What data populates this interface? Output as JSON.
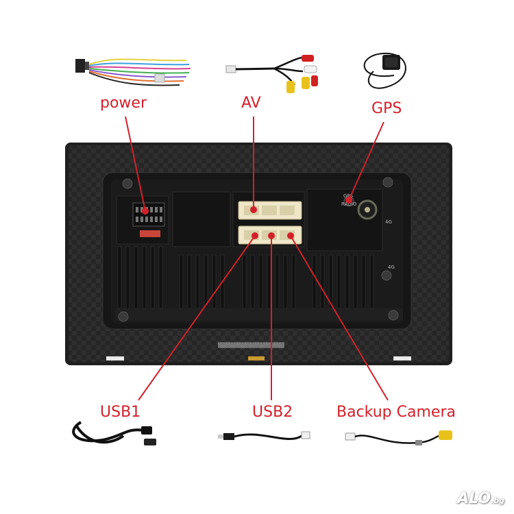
{
  "labels": {
    "power": "power",
    "av": "AV",
    "gps": "GPS",
    "usb1": "USB1",
    "usb2": "USB2",
    "backup_camera": "Backup Camera"
  },
  "unit_markings": {
    "gps": "GPS",
    "radio": "RADIO",
    "fourg": "4G"
  },
  "watermark": {
    "main": "ALO",
    "suffix": ".bg"
  },
  "colors": {
    "callout": "#d3202a",
    "housing": "#2a2a2a",
    "connector": "#efe7c8"
  }
}
